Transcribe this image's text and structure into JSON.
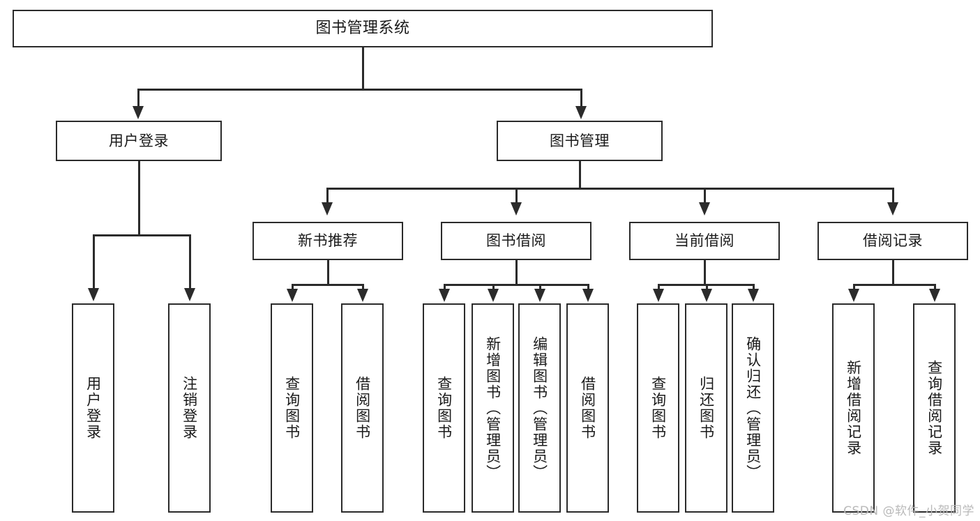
{
  "diagram": {
    "type": "tree-hierarchy",
    "title": "图书管理系统",
    "root": {
      "id": "root",
      "label": "图书管理系统"
    },
    "level2": [
      {
        "id": "user-login",
        "label": "用户登录"
      },
      {
        "id": "book-manage",
        "label": "图书管理"
      }
    ],
    "level3": [
      {
        "id": "new-book-rec",
        "label": "新书推荐"
      },
      {
        "id": "book-borrow",
        "label": "图书借阅"
      },
      {
        "id": "current-borrow",
        "label": "当前借阅"
      },
      {
        "id": "borrow-record",
        "label": "借阅记录"
      }
    ],
    "leaves": {
      "user_login": [
        {
          "id": "leaf-user-login",
          "label": "用户登录"
        },
        {
          "id": "leaf-logout",
          "label": "注销登录"
        }
      ],
      "new_book_rec": [
        {
          "id": "leaf-query-book-1",
          "label": "查询图书"
        },
        {
          "id": "leaf-borrow-book-1",
          "label": "借阅图书"
        }
      ],
      "book_borrow": [
        {
          "id": "leaf-query-book-2",
          "label": "查询图书"
        },
        {
          "id": "leaf-add-book",
          "label": "新增图书（管理员）"
        },
        {
          "id": "leaf-edit-book",
          "label": "编辑图书（管理员）"
        },
        {
          "id": "leaf-borrow-book-2",
          "label": "借阅图书"
        }
      ],
      "current_borrow": [
        {
          "id": "leaf-query-book-3",
          "label": "查询图书"
        },
        {
          "id": "leaf-return-book",
          "label": "归还图书"
        },
        {
          "id": "leaf-confirm-return",
          "label": "确认归还（管理员）"
        }
      ],
      "borrow_record": [
        {
          "id": "leaf-add-record",
          "label": "新增借阅记录"
        },
        {
          "id": "leaf-query-record",
          "label": "查询借阅记录"
        }
      ]
    }
  },
  "watermark": {
    "text": "CSDN @软件_小贺同学"
  },
  "colors": {
    "stroke": "#2b2b2b",
    "fill": "#ffffff",
    "text": "#1a1a1a",
    "watermark": "#b9b9b9"
  }
}
